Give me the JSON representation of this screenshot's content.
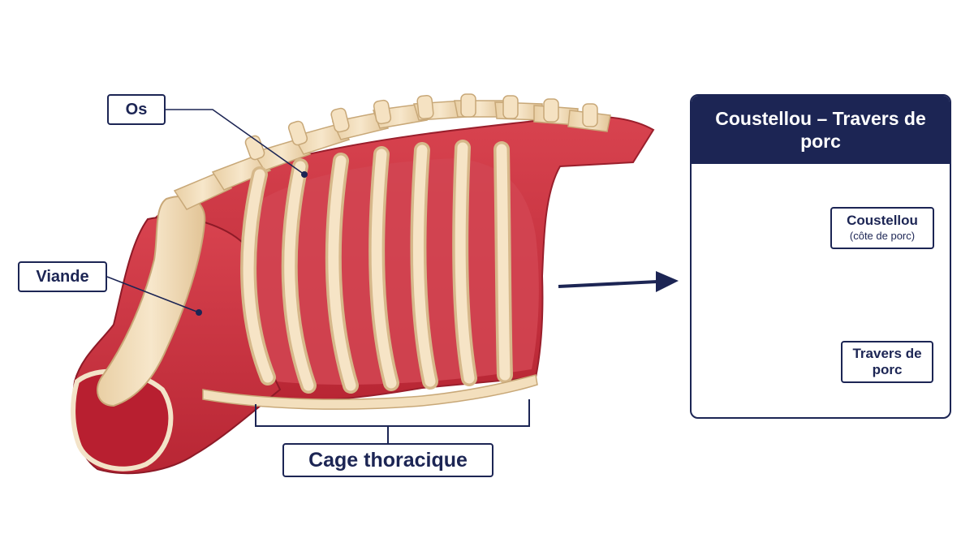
{
  "labels": {
    "bone": "Os",
    "meat": "Viande",
    "rib_cage": "Cage thoracique"
  },
  "panel": {
    "title": "Coustellou – Travers de porc",
    "callout_top_title": "Coustellou",
    "callout_top_subtitle": "(côte de porc)",
    "callout_bottom": "Travers de porc"
  },
  "colors": {
    "navy": "#1c2554",
    "meat": "#c8323f",
    "meat_dark": "#a41f2e",
    "bone": "#f2dcb8",
    "bone_shade": "#d9bd8e"
  }
}
